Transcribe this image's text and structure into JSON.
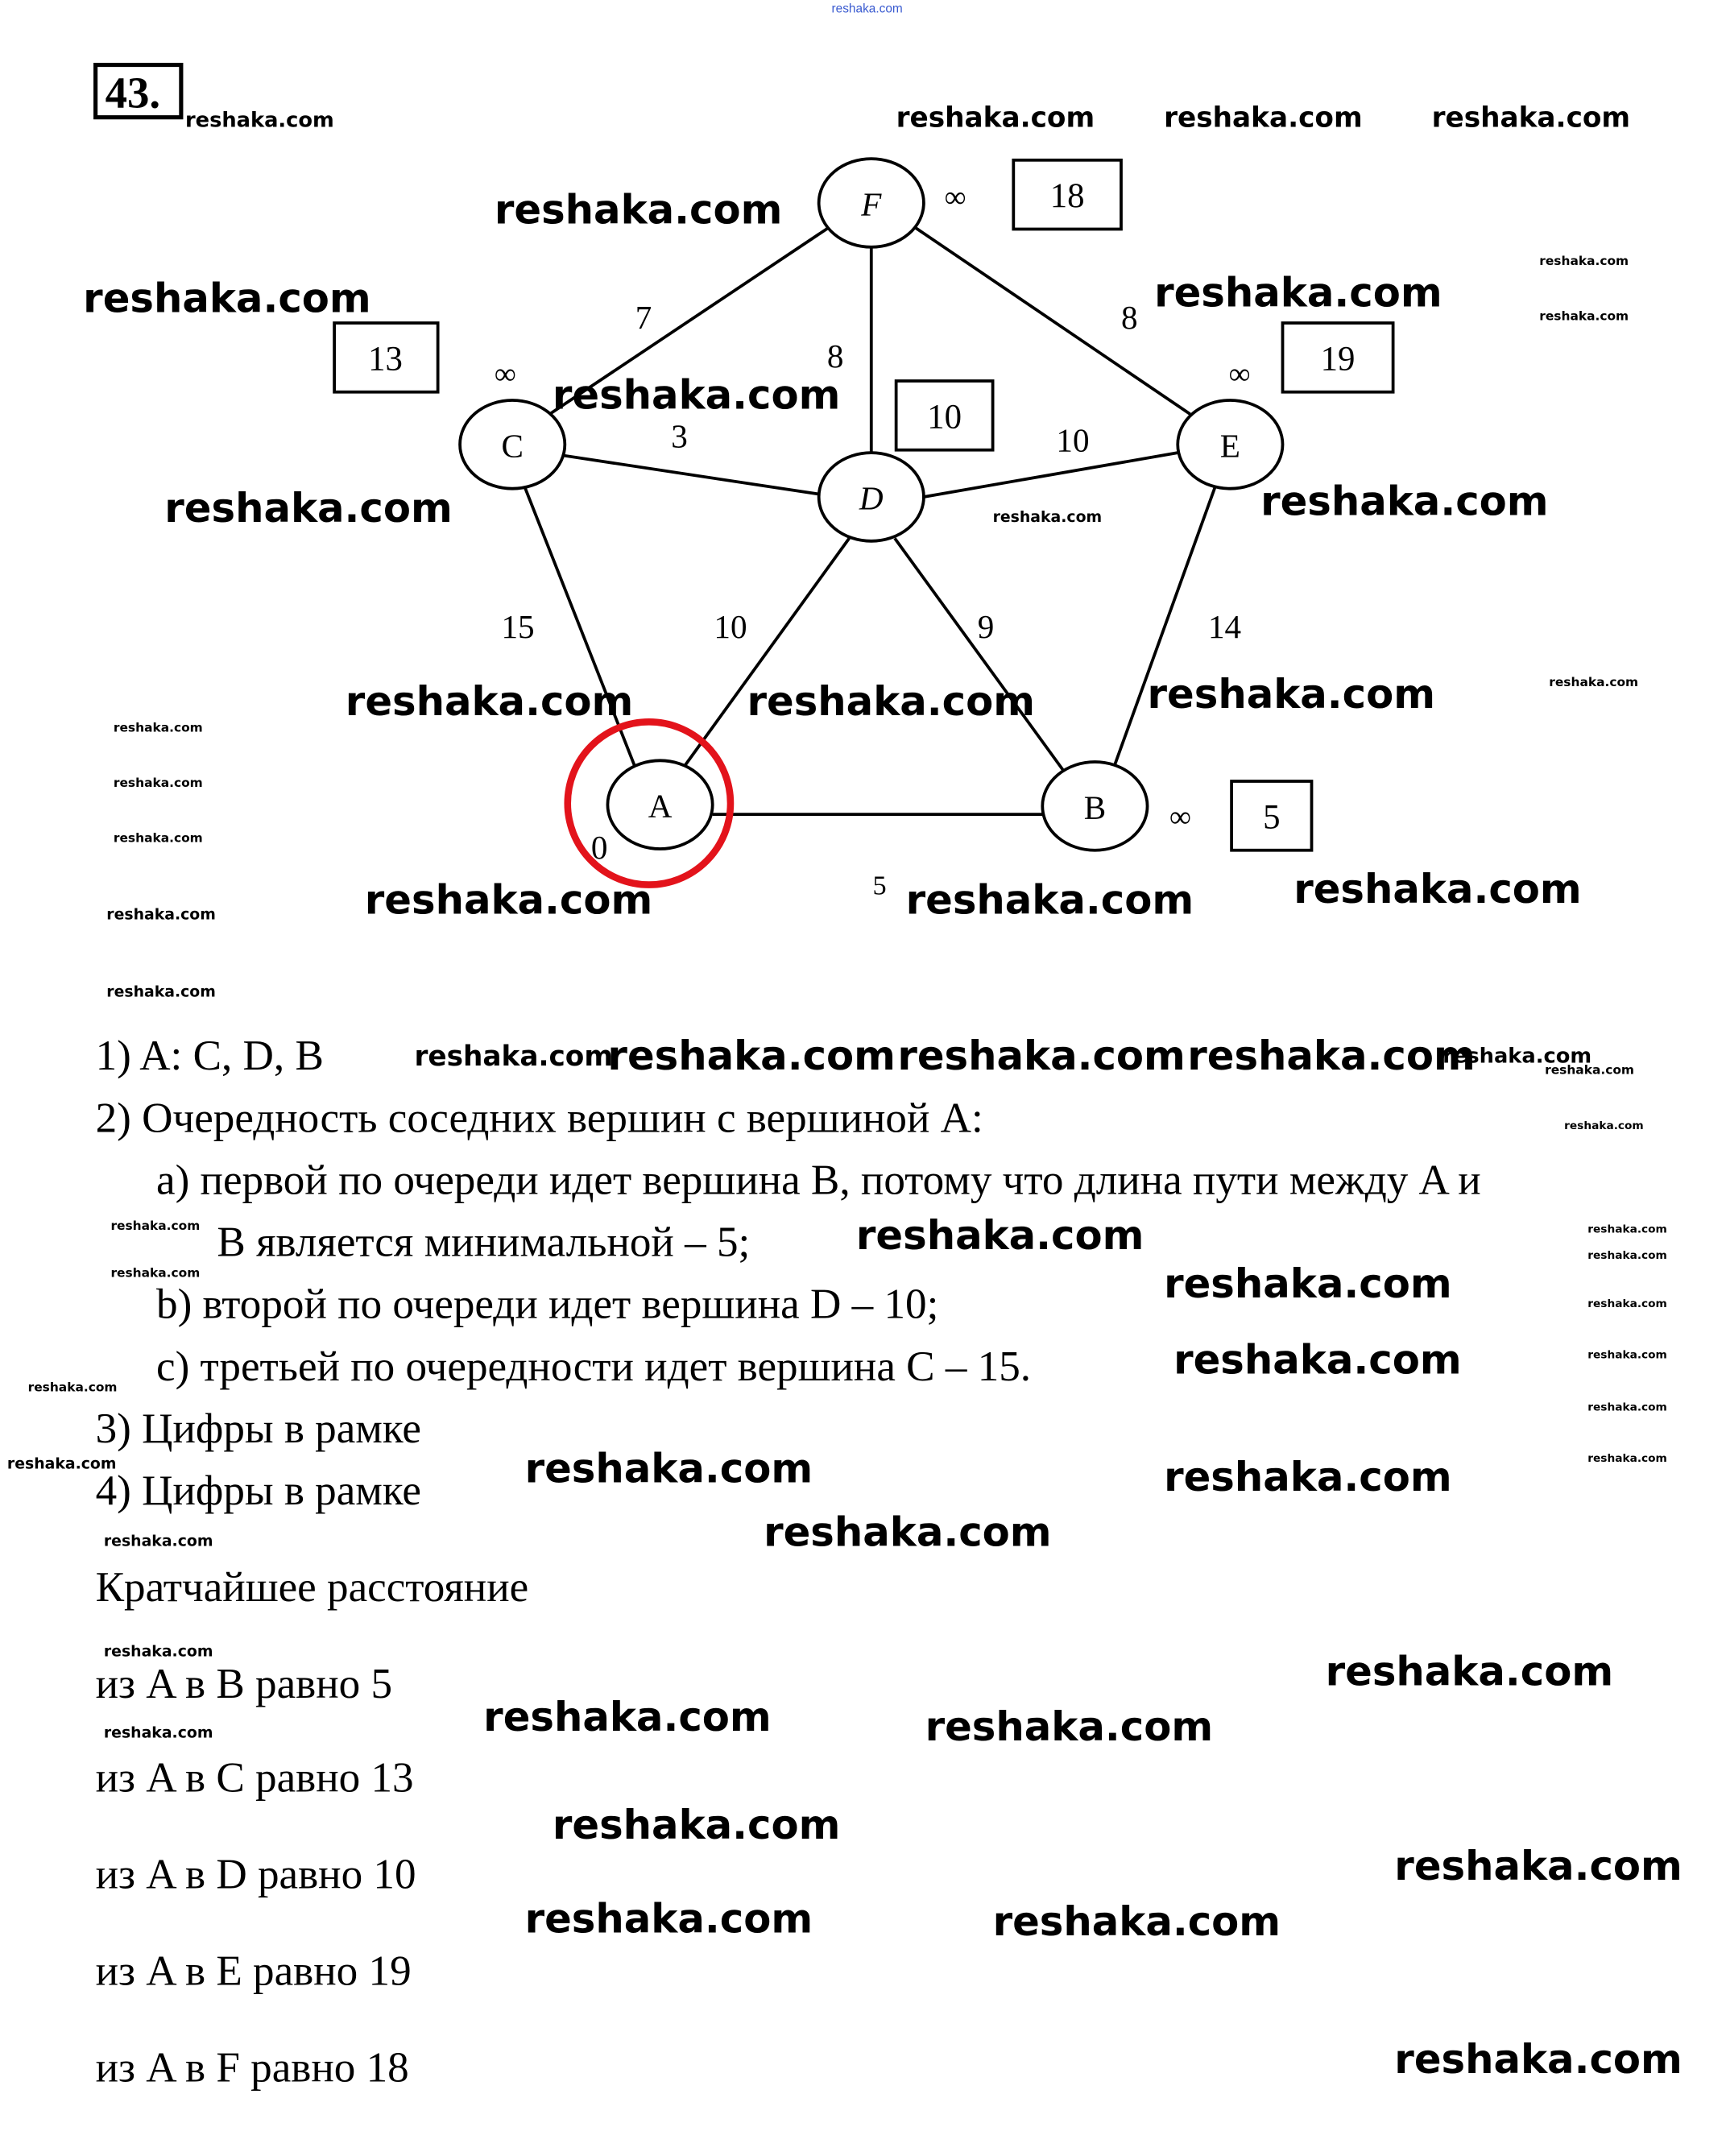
{
  "header": {
    "number": "43.",
    "top_watermark": "reshaka.com"
  },
  "watermark": "reshaka.com",
  "graph": {
    "nodes": {
      "A": "A",
      "B": "B",
      "C": "C",
      "D": "D",
      "E": "E",
      "F": "F"
    },
    "edges": {
      "CF": "7",
      "DF": "8",
      "EF": "8",
      "CD": "3",
      "DE": "10",
      "AC": "15",
      "AD": "10",
      "BD": "9",
      "BE": "14",
      "AB": "5"
    },
    "initial": {
      "A": "0",
      "B": "∞",
      "C": "∞",
      "E": "∞",
      "F": "∞"
    },
    "boxes": {
      "F": "18",
      "C": "13",
      "D": "10",
      "E": "19",
      "B": "5"
    },
    "highlight_color": "#e3131b"
  },
  "text": {
    "l1": "1)  A: C, D, B",
    "l2": "2)  Очередность соседних вершин с вершиной A:",
    "l3": "а)  первой по очереди идет вершина B, потому что длина пути между A и",
    "l4": "B является минимальной – 5;",
    "l5": "b)  второй по очереди идет вершина D  – 10;",
    "l6": "c)  третьей по очередности идет вершина C – 15.",
    "l7": "3)  Цифры в рамке",
    "l8": "4)  Цифры в рамке",
    "l9": "Кратчайшее расстояние",
    "l10": "из A в B равно 5",
    "l11": "из A в C равно 13",
    "l12": "из A в D равно 10",
    "l13": "из A в E равно 19",
    "l14": "из A в F равно 18"
  }
}
